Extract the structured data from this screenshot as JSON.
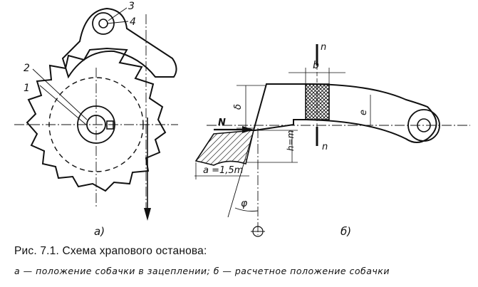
{
  "figure_a": {
    "callouts": [
      "1",
      "2",
      "3",
      "4"
    ],
    "sublabel": "а)"
  },
  "figure_b": {
    "labels": {
      "section_top": "n",
      "section_bottom": "n",
      "width": "b",
      "delta": "δ",
      "e": "e",
      "force": "N",
      "h": "h=m",
      "a": "a =1,5m",
      "phi": "φ"
    },
    "sublabel": "б)"
  },
  "caption": {
    "title": "Рис. 7.1. Схема храпового останова:",
    "legend": "а — положение собачки в зацеплении; б — расчетное положение собачки"
  }
}
